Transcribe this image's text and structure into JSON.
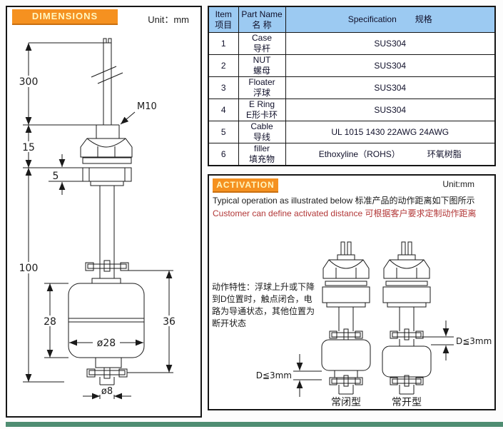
{
  "dimensions_panel": {
    "title": "DIMENSIONS",
    "unit": "Unit：mm",
    "dims": {
      "cable_length": "300",
      "thread_spec": "M10",
      "head_height": "15",
      "locknut_height": "5",
      "stem_length": "100",
      "float_height": "28",
      "float_diameter": "ø28",
      "float_span": "36",
      "stem_diameter": "ø8"
    }
  },
  "parts_table": {
    "headers": {
      "item_en": "Item",
      "item_cn": "项目",
      "name_en": "Part Name",
      "name_cn": "名 称",
      "spec_en": "Specification",
      "spec_cn": "规格"
    },
    "rows": [
      {
        "no": "1",
        "name_en": "Case",
        "name_cn": "导杆",
        "spec": "SUS304"
      },
      {
        "no": "2",
        "name_en": "NUT",
        "name_cn": "螺母",
        "spec": "SUS304"
      },
      {
        "no": "3",
        "name_en": "Floater",
        "name_cn": "浮球",
        "spec": "SUS304"
      },
      {
        "no": "4",
        "name_en": "E Ring",
        "name_cn": "E形卡环",
        "spec": "SUS304"
      },
      {
        "no": "5",
        "name_en": "Cable",
        "name_cn": "导线",
        "spec": "UL 1015 1430 22AWG 24AWG"
      },
      {
        "no": "6",
        "name_en": "filler",
        "name_cn": "填充物",
        "spec": "Ethoxyline（ROHS）",
        "spec2": "环氧树脂"
      }
    ]
  },
  "activation_panel": {
    "title": "ACTIVATION",
    "unit": "Unit:mm",
    "note_line1": "Typical operation as illustrated below  标准产品的动作距离如下图所示",
    "note_line2": "Customer can define activated distance 可根据客户要求定制动作距离",
    "behavior_text": "动作特性：浮球上升或下降到D位置时，触点闭合，电路为导通状态，其他位置为断开状态",
    "distance_label": "D≦3mm",
    "normally_closed_label": "常闭型",
    "normally_open_label": "常开型"
  },
  "colors": {
    "accent_orange": "#F59120",
    "badge_text": "#FFF6C0",
    "table_header_blue": "#9CCAF2",
    "red_text": "#B23737",
    "teal_bar": "#4F8D72"
  }
}
